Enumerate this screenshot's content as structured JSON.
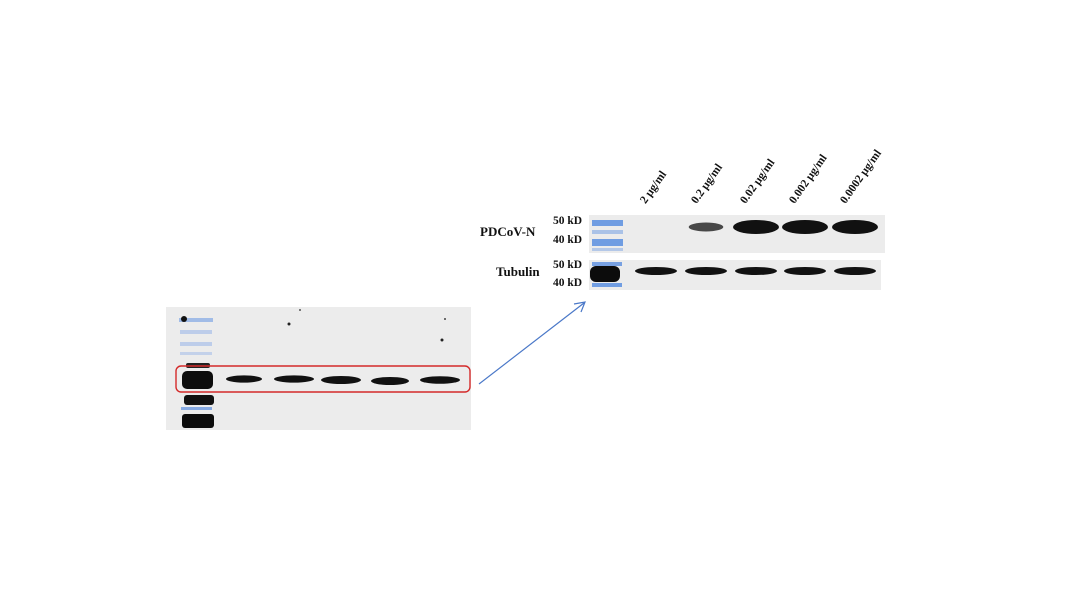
{
  "blot": {
    "lanes": [
      "2 μg/ml",
      "0.2 μg/ml",
      "0.02 μg/ml",
      "0.002 μg/ml",
      "0.0002 μg/ml"
    ],
    "rows": [
      {
        "name": "PDCoV-N",
        "markers": [
          "50 kD",
          "40 kD"
        ],
        "band_intensity": [
          0.0,
          0.45,
          1.0,
          1.0,
          1.0
        ]
      },
      {
        "name": "Tubulin",
        "markers": [
          "50 kD",
          "40 kD"
        ],
        "band_intensity": [
          1.0,
          1.0,
          1.0,
          1.0,
          1.0
        ]
      }
    ]
  },
  "colors": {
    "band": "#111111",
    "ladder_blue": "#5b8fe0",
    "highlight_box": "#d42a2a",
    "arrow": "#4a78c8",
    "membrane": "#ececec"
  }
}
